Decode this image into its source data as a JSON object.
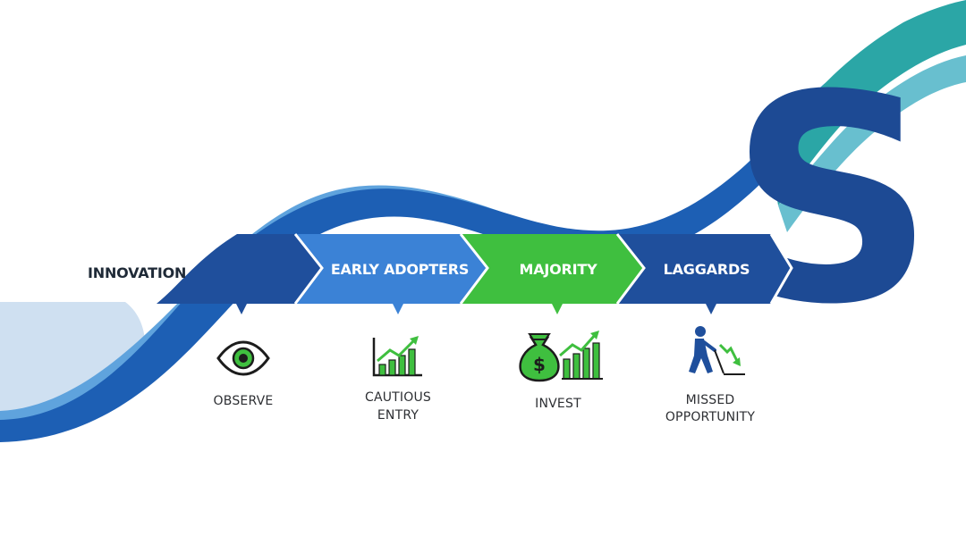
{
  "stages": [
    {
      "key": "early-adopters",
      "label": "EARLY ADOPTERS",
      "caption": [
        "CAUTIOUS",
        "ENTRY"
      ],
      "icon": "growth-chart-icon",
      "color": "#3b82d6"
    },
    {
      "key": "majority",
      "label": "MAJORITY",
      "caption": [
        "INVEST"
      ],
      "icon": "money-bag-chart-icon",
      "color": "#3fbf3f"
    },
    {
      "key": "laggards",
      "label": "LAGGARDS",
      "caption": [
        "MISSED",
        "OPPORTUNITY"
      ],
      "icon": "declining-person-icon",
      "color": "#1f4f9c"
    }
  ],
  "innovation": {
    "label": "INNOVATION",
    "caption": [
      "OBSERVE"
    ],
    "icon": "eye-icon",
    "color": "#1f4f9c"
  },
  "logo": {
    "letter": "S",
    "color": "#1d4a94"
  },
  "colors": {
    "navy": "#1d4a94",
    "blue": "#3b82d6",
    "green": "#3fbf3f",
    "teal": "#2ba6a6",
    "light_blue": "#c9dcef"
  }
}
